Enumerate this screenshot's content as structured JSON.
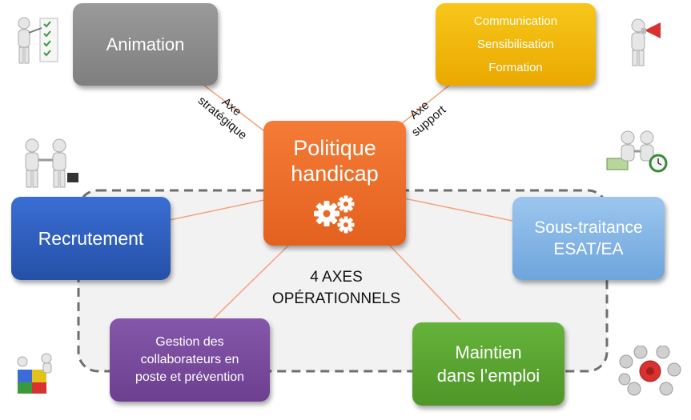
{
  "colors": {
    "animation": "#8c8c8c",
    "communication": "#f2b705",
    "center": "#ef6f2e",
    "recrutement": "#2f5fc0",
    "sous_traitance": "#7fb2e3",
    "gestion": "#7a4b9e",
    "maintien": "#5aa532",
    "connector": "#f2a27a",
    "dashed_border": "#6e6e6e",
    "dashed_fill": "#f2f2f2"
  },
  "center": {
    "line1": "Politique",
    "line2": "handicap",
    "icon": "gears-icon"
  },
  "top_left": {
    "label": "Animation"
  },
  "top_right": {
    "line1": "Communication",
    "line2": "Sensibilisation",
    "line3": "Formation"
  },
  "axis_strategique": {
    "line1": "Axe",
    "line2": "stratégique"
  },
  "axis_support": {
    "line1": "Axe",
    "line2": "support"
  },
  "operational": {
    "title_line1": "4 AXES",
    "title_line2": "OPÉRATIONNELS",
    "recrutement": "Recrutement",
    "sous_traitance_line1": "Sous-traitance",
    "sous_traitance_line2": "ESAT/EA",
    "gestion_line1": "Gestion des",
    "gestion_line2": "collaborateurs en",
    "gestion_line3": "poste et prévention",
    "maintien_line1": "Maintien",
    "maintien_line2": "dans l’emploi"
  },
  "figures": [
    "presenter-checklist-figure",
    "megaphone-figure",
    "handshake-figures",
    "money-handshake-figure",
    "puzzle-figures",
    "network-gears-figure"
  ]
}
